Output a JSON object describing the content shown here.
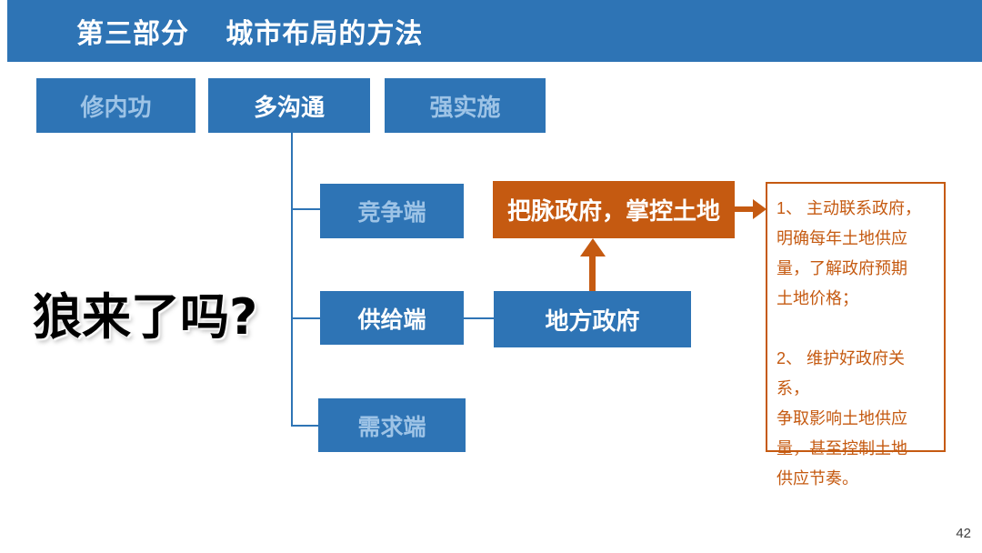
{
  "header": {
    "title": "第三部分　 城市布局的方法"
  },
  "tabs": [
    {
      "label": "修内功",
      "active": false
    },
    {
      "label": "多沟通",
      "active": true
    },
    {
      "label": "强实施",
      "active": false
    }
  ],
  "question_text": "狼来了吗?",
  "branches": [
    {
      "label": "竞争端",
      "active": false
    },
    {
      "label": "供给端",
      "active": true
    },
    {
      "label": "需求端",
      "active": false
    }
  ],
  "nodes": {
    "local_government": "地方政府",
    "strategy": "把脉政府，掌控土地"
  },
  "notes": {
    "item1": "1、 主动联系政府，\n明确每年土地供应\n量，了解政府预期\n土地价格；",
    "item2": "2、 维护好政府关系，\n争取影响土地供应\n量，甚至控制土地\n供应节奏。"
  },
  "page_number": "42",
  "colors": {
    "primary_blue": "#2e74b5",
    "muted_label_blue": "#9dc3e6",
    "accent_orange": "#c55a11"
  }
}
